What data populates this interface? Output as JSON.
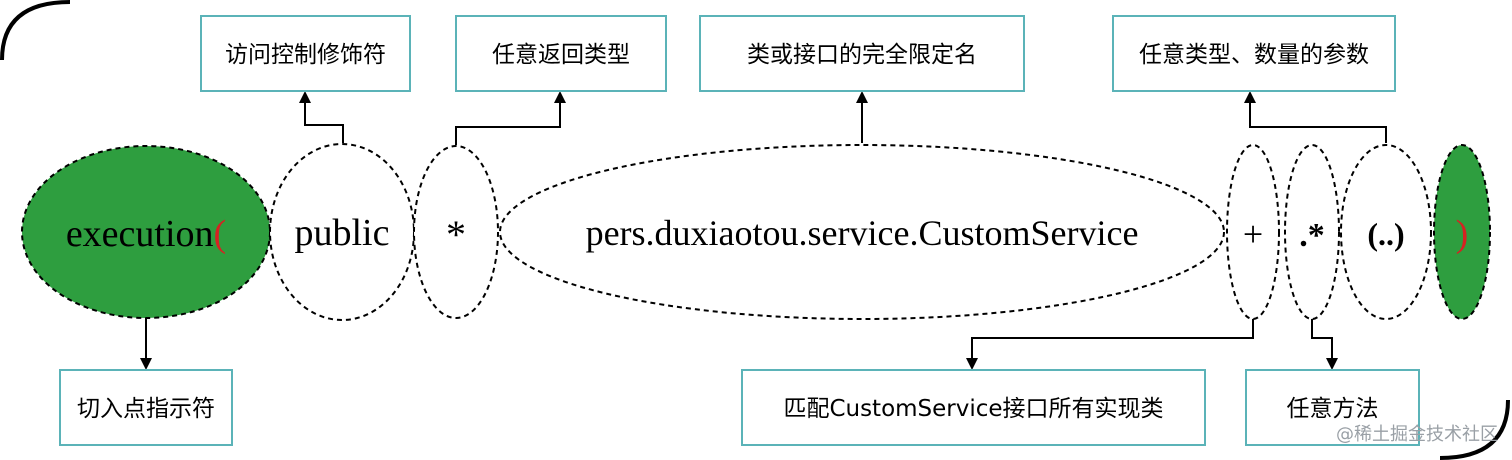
{
  "expression": {
    "execution": "execution",
    "open_paren": "(",
    "modifier": "public",
    "return_type": "*",
    "class_name": "pers.duxiaotou.service.CustomService",
    "plus": "+",
    "method": ".*",
    "args": "(..)",
    "close_paren": ")"
  },
  "labels": {
    "access_modifier": "访问控制修饰符",
    "return_type": "任意返回类型",
    "qualified_name": "类或接口的完全限定名",
    "params": "任意类型、数量的参数",
    "pointcut": "切入点指示符",
    "implementations": "匹配CustomService接口所有实现类",
    "any_method": "任意方法"
  },
  "watermark": "@稀土掘金技术社区",
  "colors": {
    "green_fill": "#2e9e3f",
    "box_border": "#5bb3b8",
    "red": "#d62222",
    "black": "#000000"
  }
}
